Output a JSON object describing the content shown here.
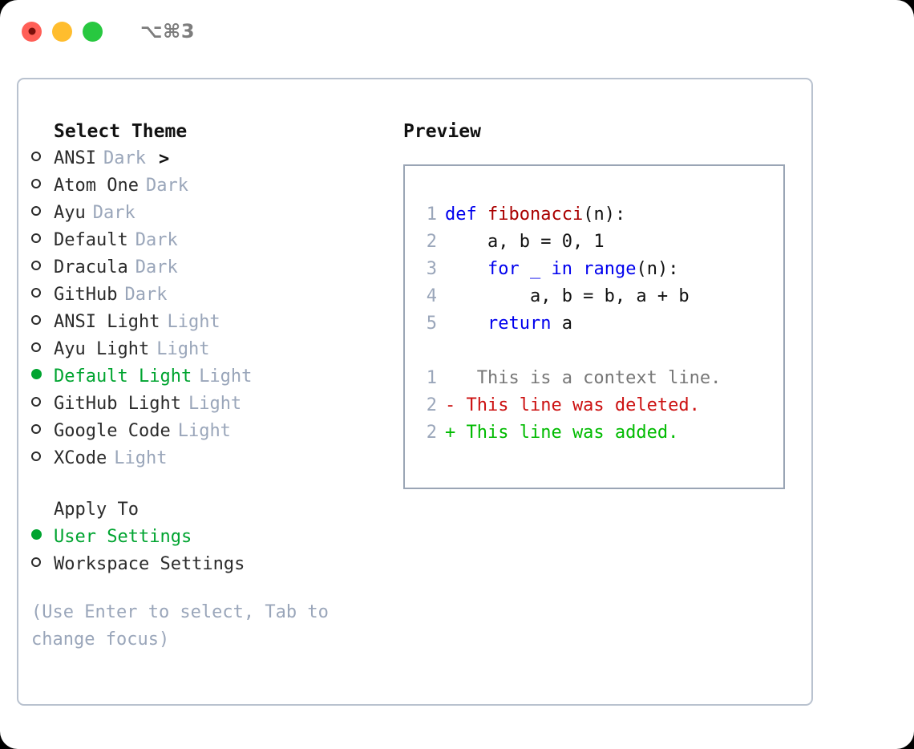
{
  "window": {
    "shortcut_title": "⌥⌘3",
    "traffic_lights": [
      {
        "name": "close-button",
        "color": "#ff5f57"
      },
      {
        "name": "minimize-button",
        "color": "#ffbd2e"
      },
      {
        "name": "maximize-button",
        "color": "#28c840"
      }
    ]
  },
  "theme_panel": {
    "header": "Select Theme",
    "caret": ">",
    "marker_selected": "●",
    "marker_unselected": "○",
    "items": [
      {
        "name": "ANSI",
        "kind": "Dark",
        "selected": false
      },
      {
        "name": "Atom One",
        "kind": "Dark",
        "selected": false
      },
      {
        "name": "Ayu",
        "kind": "Dark",
        "selected": false
      },
      {
        "name": "Default",
        "kind": "Dark",
        "selected": false
      },
      {
        "name": "Dracula",
        "kind": "Dark",
        "selected": false
      },
      {
        "name": "GitHub",
        "kind": "Dark",
        "selected": false
      },
      {
        "name": "ANSI Light",
        "kind": "Light",
        "selected": false
      },
      {
        "name": "Ayu Light",
        "kind": "Light",
        "selected": false
      },
      {
        "name": "Default Light",
        "kind": "Light",
        "selected": true
      },
      {
        "name": "GitHub Light",
        "kind": "Light",
        "selected": false
      },
      {
        "name": "Google Code",
        "kind": "Light",
        "selected": false
      },
      {
        "name": "XCode",
        "kind": "Light",
        "selected": false
      }
    ]
  },
  "apply_to": {
    "header": "Apply To",
    "options": [
      {
        "label": "User Settings",
        "selected": true
      },
      {
        "label": "Workspace Settings",
        "selected": false
      }
    ]
  },
  "hint": "(Use Enter to select, Tab to change focus)",
  "preview": {
    "title": "Preview",
    "code_lines": [
      {
        "num": "1",
        "segments": [
          {
            "text": "def ",
            "type": "kw"
          },
          {
            "text": "fibonacci",
            "type": "fn"
          },
          {
            "text": "(n):",
            "type": "plain"
          }
        ]
      },
      {
        "num": "2",
        "segments": [
          {
            "text": "    a, b = 0, 1",
            "type": "plain"
          }
        ]
      },
      {
        "num": "3",
        "segments": [
          {
            "text": "    ",
            "type": "plain"
          },
          {
            "text": "for",
            "type": "kw"
          },
          {
            "text": " _ ",
            "type": "kw"
          },
          {
            "text": "in ",
            "type": "kw"
          },
          {
            "text": "range",
            "type": "kw"
          },
          {
            "text": "(n):",
            "type": "plain"
          }
        ]
      },
      {
        "num": "4",
        "segments": [
          {
            "text": "        a, b = b, a + b",
            "type": "plain"
          }
        ]
      },
      {
        "num": "5",
        "segments": [
          {
            "text": "    ",
            "type": "plain"
          },
          {
            "text": "return",
            "type": "kw"
          },
          {
            "text": " a",
            "type": "plain"
          }
        ]
      }
    ],
    "diff_lines": [
      {
        "num": "1",
        "marker": " ",
        "text": "  This is a context line.",
        "type": "ctx"
      },
      {
        "num": "2",
        "marker": "-",
        "text": " This line was deleted.",
        "type": "del"
      },
      {
        "num": "2",
        "marker": "+",
        "text": " This line was added.",
        "type": "add"
      }
    ]
  },
  "colors": {
    "accent_green": "#00a430",
    "muted": "#9aa6ba",
    "keyword_blue": "#0000ee",
    "function_red": "#aa0000",
    "diff_delete": "#cc1111",
    "diff_add": "#00bb00",
    "panel_border": "#b9c2cf",
    "preview_border": "#9aa5b5"
  }
}
